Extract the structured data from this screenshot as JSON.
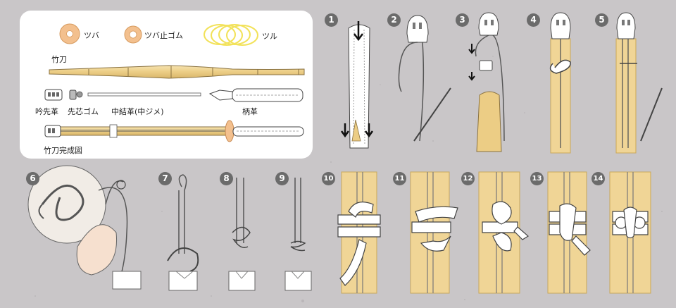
{
  "parts": {
    "tsuba": "ツバ",
    "tsuba_dome_gomu": "ツバ止ゴム",
    "tsuru": "ツル",
    "shinai": "竹刀",
    "sakigawa": "吟先革",
    "sakigomu": "先芯ゴム",
    "nakayui": "中結革(中ジメ)",
    "tsukagawa": "柄革",
    "kansei": "竹刀完成図"
  },
  "steps": [
    "1",
    "2",
    "3",
    "4",
    "5",
    "6",
    "7",
    "8",
    "9",
    "10",
    "11",
    "12",
    "13",
    "14"
  ],
  "colors": {
    "background": "#c9c6c8",
    "panel": "#ffffff",
    "bamboo": "#f0d596",
    "bamboo_dark": "#c9a85a",
    "tsuba": "#f3c08e",
    "tsuru": "#f2e25a",
    "badge": "#6b6b6b"
  }
}
